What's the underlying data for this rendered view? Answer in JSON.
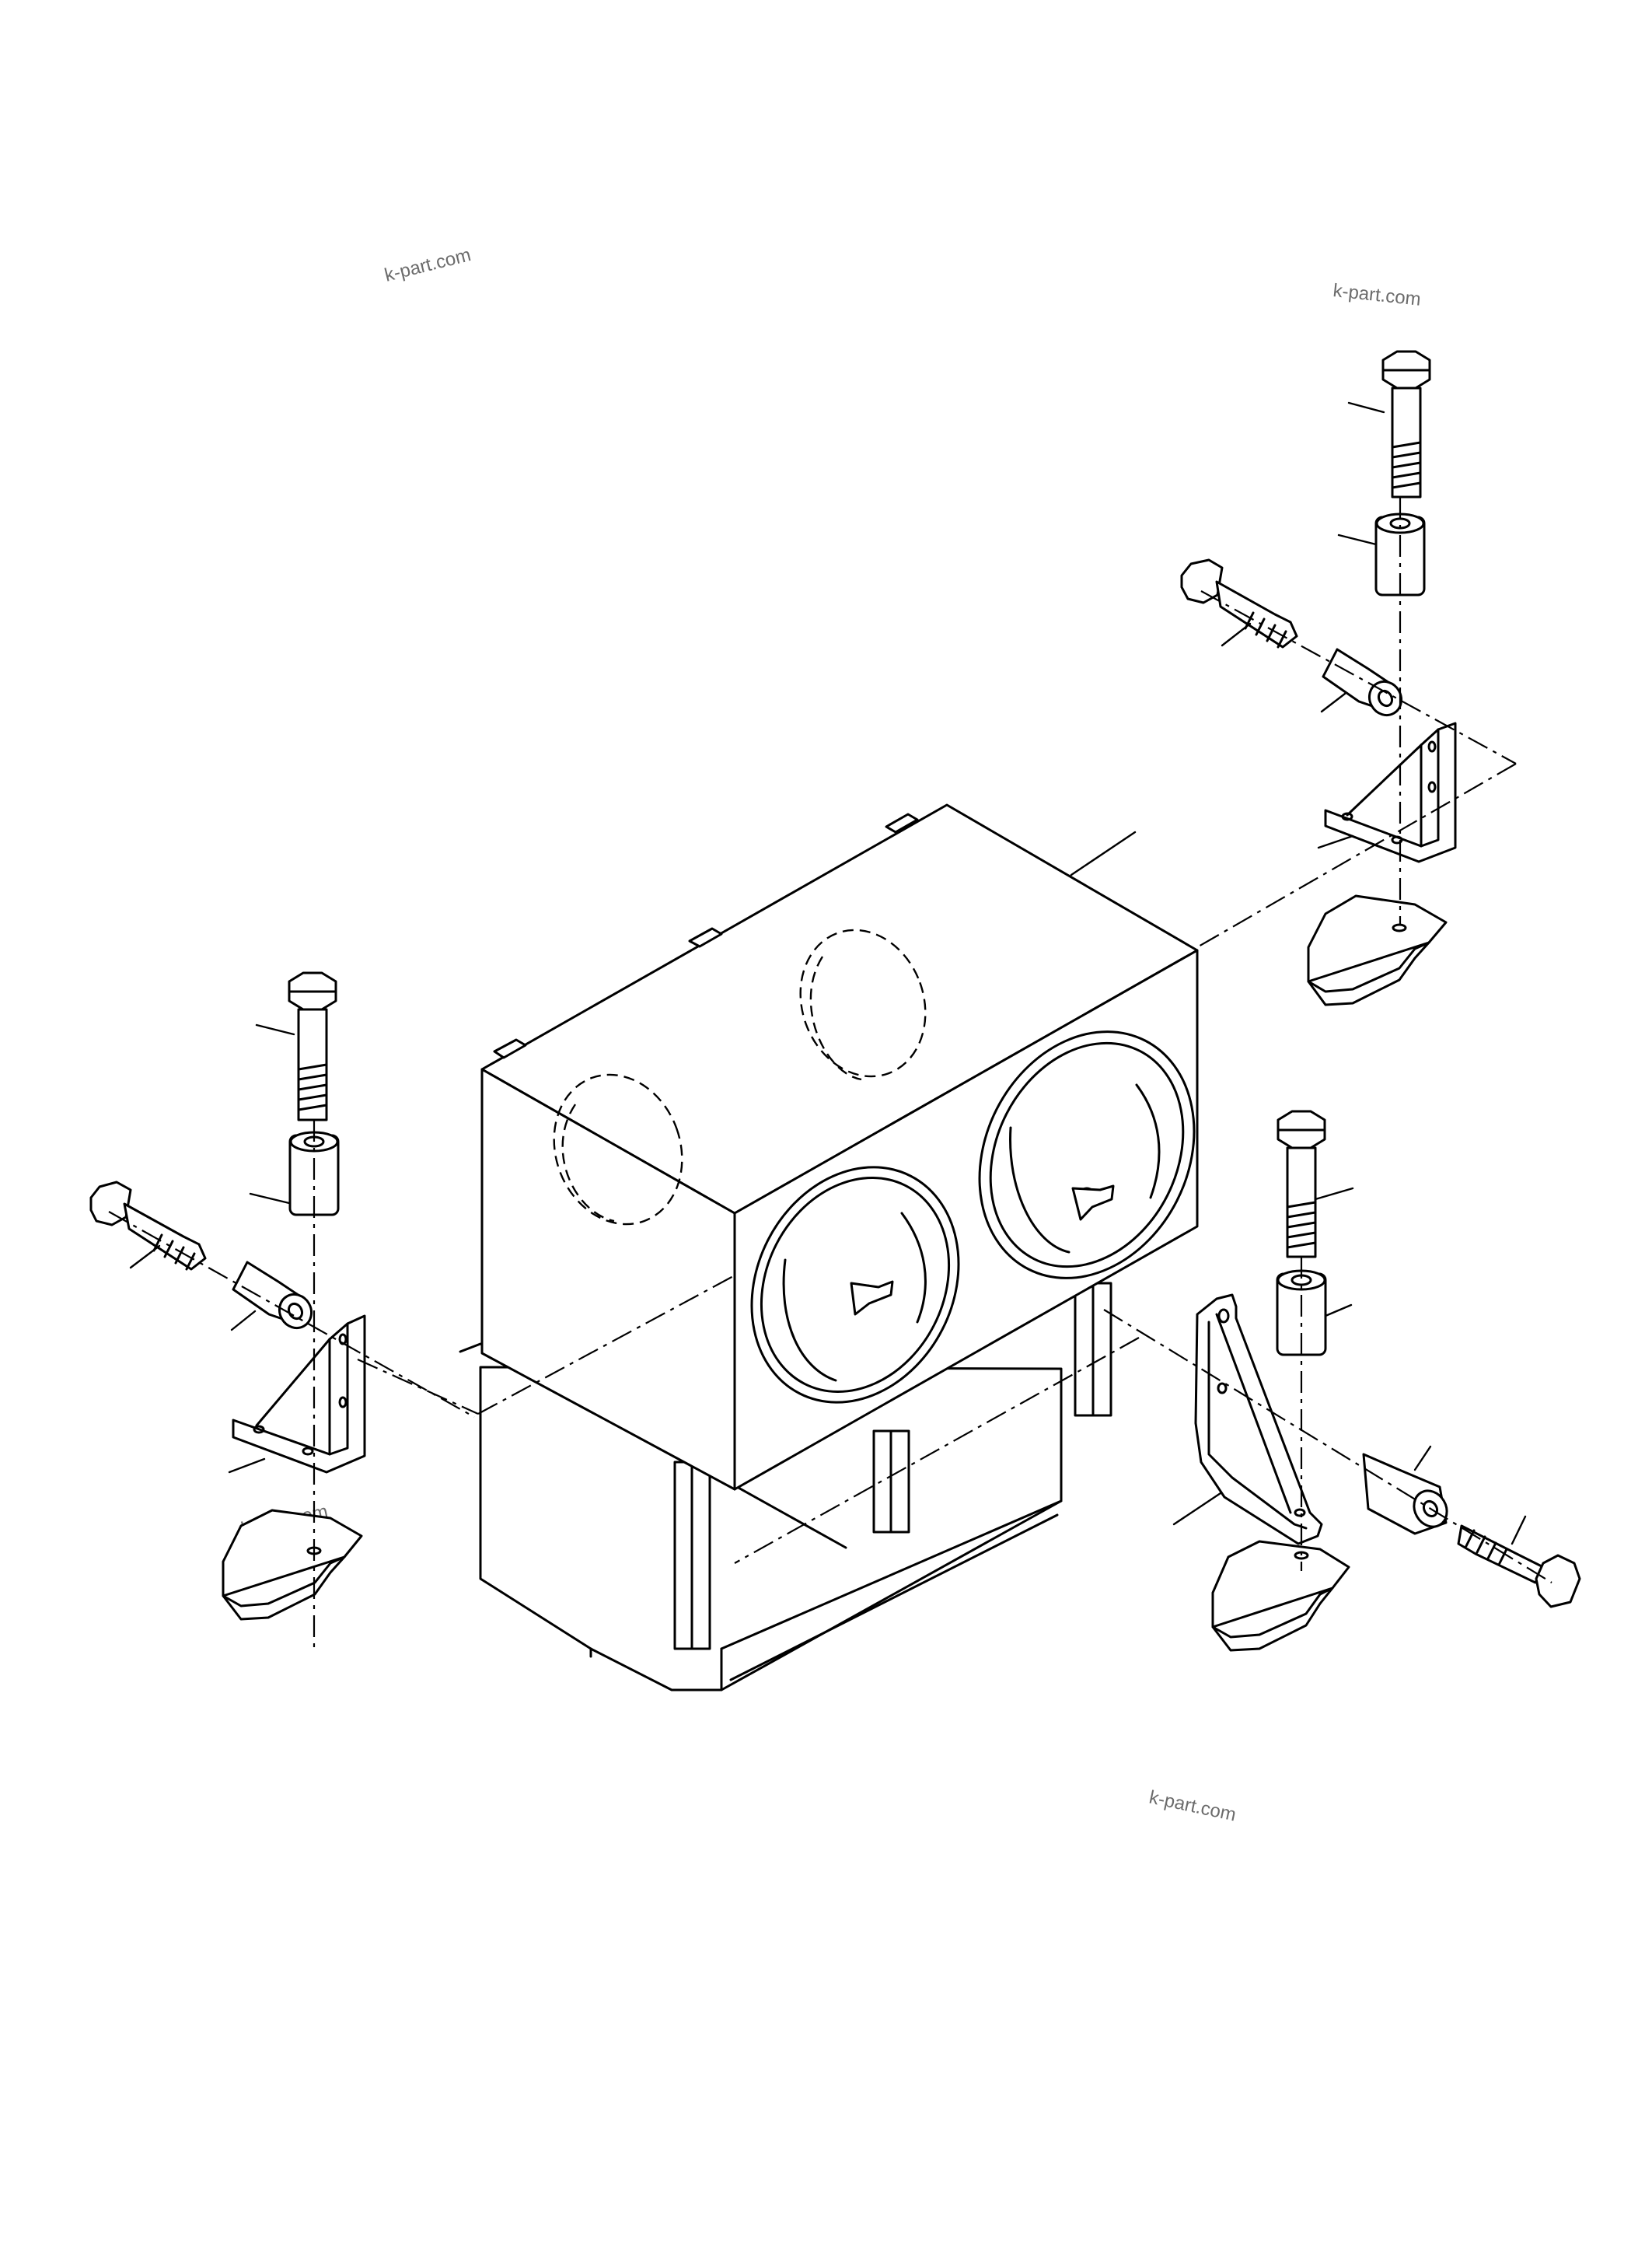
{
  "watermarks": [
    "k-part.com",
    "k-part.com",
    "k-part.com",
    "k-part.com"
  ],
  "colors": {
    "line": "#000000",
    "background": "#ffffff",
    "watermark": "#6b6b6b"
  }
}
